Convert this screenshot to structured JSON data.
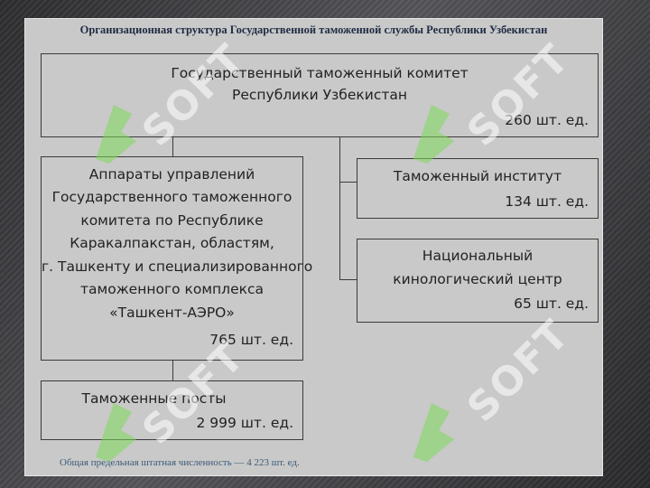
{
  "title": "Организационная структура Государственной таможенной службы Республики Узбекистан",
  "top_box": {
    "line1": "Государственный таможенный комитет",
    "line2": "Республики Узбекистан",
    "count": "260 шт. ед."
  },
  "admin_box": {
    "lines": [
      "Аппараты управлений",
      "Государственного таможенного",
      "комитета по Республике",
      "Каракалпакстан, областям,",
      "г. Ташкенту и специализированного",
      "таможенного комплекса",
      "«Ташкент-АЭРО»"
    ],
    "count": "765 шт. ед."
  },
  "institute_box": {
    "line1": "Таможенный институт",
    "count": "134 шт. ед."
  },
  "cynology_box": {
    "line1": "Национальный",
    "line2": "кинологический центр",
    "count": "65 шт. ед."
  },
  "posts_box": {
    "line1": "Таможенные посты",
    "count": "2 999 шт. ед."
  },
  "footnote": "Общая предельная штатная численность — 4 223 шт. ед.",
  "watermark": {
    "text": "SOFT",
    "icon": "green-logo-icon",
    "color": "#7ed957"
  }
}
